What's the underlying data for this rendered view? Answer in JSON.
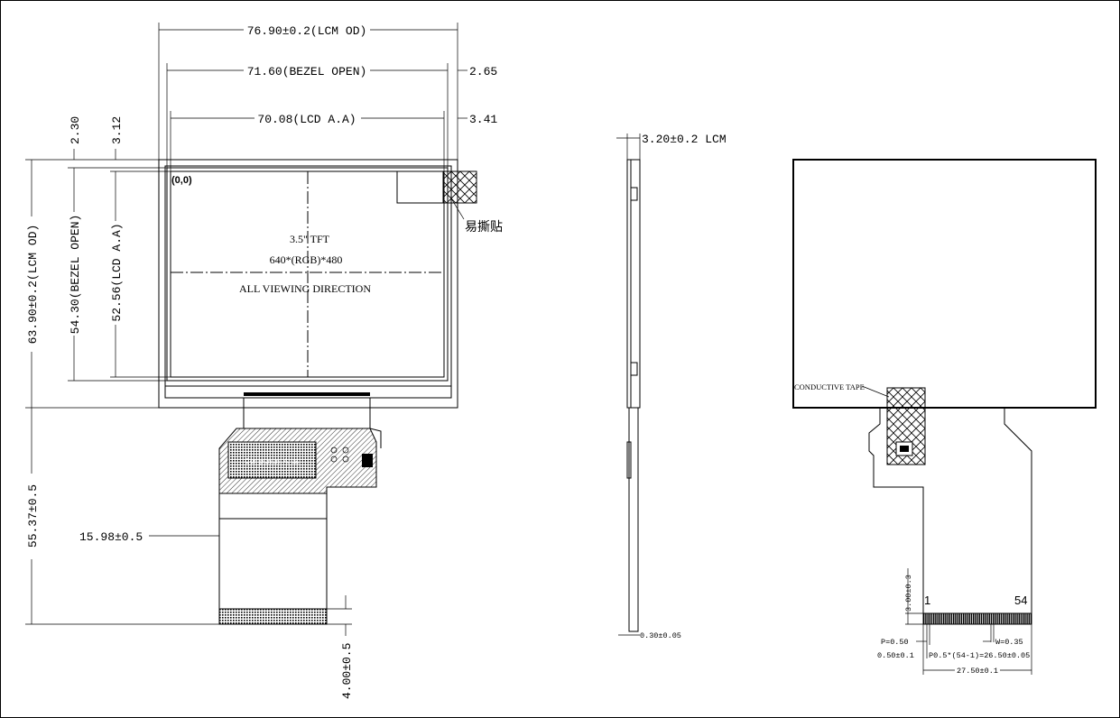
{
  "front_view": {
    "lcm_od_width": "76.90±0.2(LCM OD)",
    "bezel_open_width": "71.60(BEZEL OPEN)",
    "lcd_aa_width": "70.08(LCD A.A)",
    "right_offset_bezel": "2.65",
    "right_offset_aa": "3.41",
    "top_offset_bezel": "2.30",
    "top_offset_aa": "3.12",
    "lcm_od_height": "63.90±0.2(LCM OD)",
    "bezel_open_height": "54.30(BEZEL OPEN)",
    "lcd_aa_height": "52.56(LCD A.A)",
    "origin": "(0,0)",
    "size_label": "3.5\" TFT",
    "resolution": "640*(RGB)*480",
    "viewing": "ALL VIEWING DIRECTION",
    "easy_peel_label": "易撕贴",
    "component_area": "Component Area",
    "fpc_length": "55.37±0.5",
    "fpc_width": "15.98±0.5",
    "stiffener": "4.00±0.5"
  },
  "side_view": {
    "thickness": "3.20±0.2 LCM",
    "fpc_thickness": "0.30±0.05"
  },
  "rear_view": {
    "conductive_tape": "CONDUCTIVE TAPE",
    "pin_first": "1",
    "pin_last": "54",
    "finger_length": "3.00±0.3",
    "pitch": "P=0.50",
    "width": "W=0.35",
    "edge": "0.50±0.1",
    "pitch_span": "P0.5*(54-1)=26.50±0.05",
    "total_width": "27.50±0.1"
  }
}
